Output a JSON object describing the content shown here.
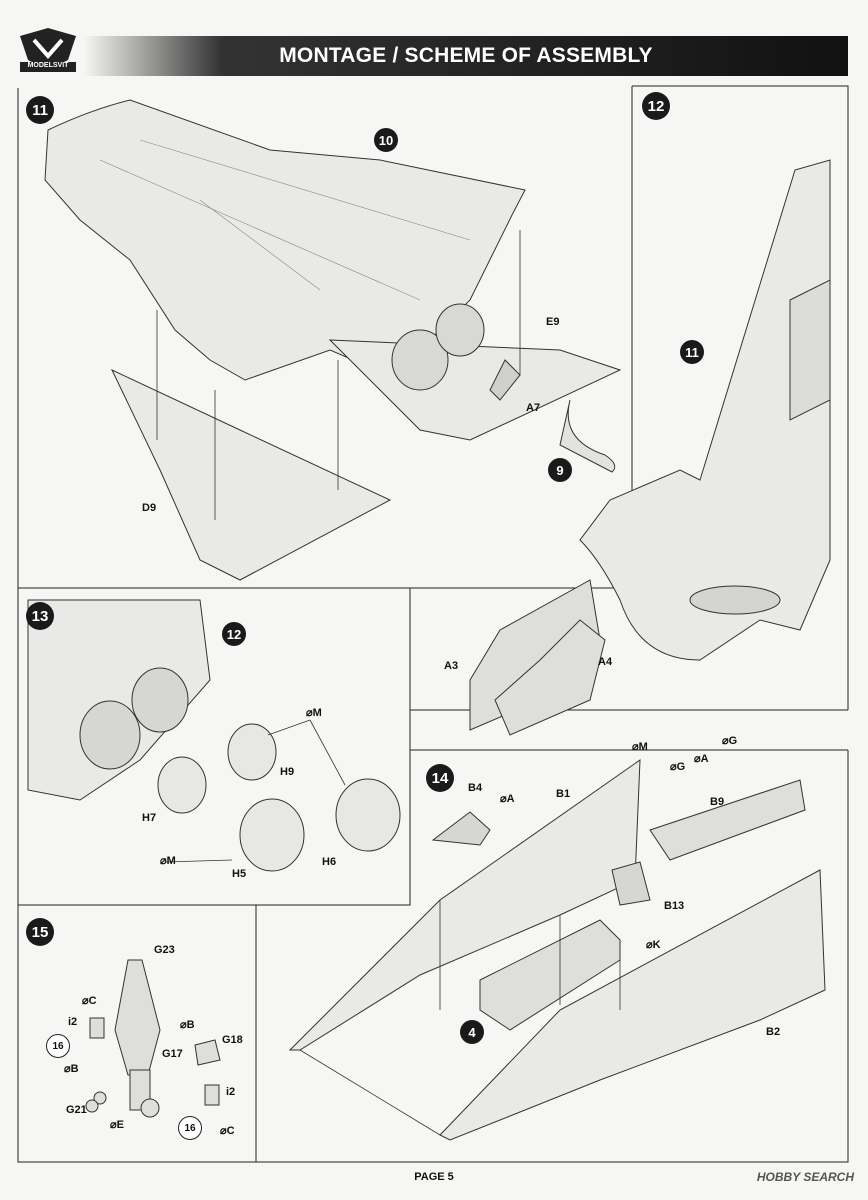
{
  "header": {
    "title": "MONTAGE / SCHEME OF ASSEMBLY",
    "logo_text": "MODELSVIT"
  },
  "steps": {
    "s11": "11",
    "s12": "12",
    "s13": "13",
    "s14": "14",
    "s15": "15"
  },
  "refs": {
    "r10": "10",
    "r9": "9",
    "r11": "11",
    "r12": "12",
    "r4": "4",
    "r16a": "16",
    "r16b": "16"
  },
  "parts": {
    "E9": "E9",
    "A7": "A7",
    "D9": "D9",
    "A3": "A3",
    "A4": "A4",
    "H5": "H5",
    "H6": "H6",
    "H7": "H7",
    "H9": "H9",
    "M1": "M",
    "M2": "M",
    "B1": "B1",
    "B2": "B2",
    "B4": "B4",
    "B9": "B9",
    "B13": "B13",
    "pA1": "A",
    "pA2": "A",
    "pG1": "G",
    "pG2": "G",
    "pM3": "M",
    "pK": "K",
    "G23": "G23",
    "G17": "G17",
    "G18": "G18",
    "G21": "G21",
    "i2a": "i2",
    "i2b": "i2",
    "pC1": "C",
    "pC2": "C",
    "pB1": "B",
    "pB2": "B",
    "pE": "E"
  },
  "footer": {
    "page": "PAGE 5",
    "watermark": "HOBBY SEARCH"
  }
}
